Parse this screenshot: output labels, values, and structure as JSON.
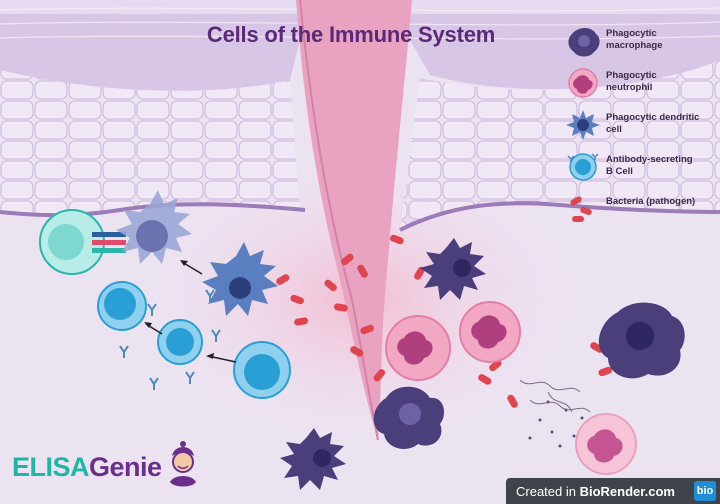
{
  "title": "Cells of the Immune System",
  "legend": [
    {
      "label": "Phagocytic\nmacrophage",
      "icon": "macrophage-icon",
      "color": "#4a3f7a"
    },
    {
      "label": "Phagocytic\nneutrophil",
      "icon": "neutrophil-icon",
      "color": "#f2a7c3"
    },
    {
      "label": "Phagocytic dendritic\ncell",
      "icon": "dendritic-cell-icon",
      "color": "#5a7fc0"
    },
    {
      "label": "Antibody-secreting\nB Cell",
      "icon": "b-cell-icon",
      "color": "#2a9fd6"
    },
    {
      "label": "Bacteria (pathogen)",
      "icon": "bacteria-icon",
      "color": "#e0454f"
    }
  ],
  "brand": {
    "part1": "ELISA",
    "part2": "Genie"
  },
  "badge": {
    "prefix": "Created in ",
    "name": "BioRender.com",
    "logo": "bio"
  },
  "colors": {
    "title": "#5a2a78",
    "skin": "#c9b3dc",
    "wound": "#e9a3c0",
    "background": "#ece3f1",
    "brand_teal": "#1fb6a6",
    "brand_purple": "#6a2f8a"
  }
}
